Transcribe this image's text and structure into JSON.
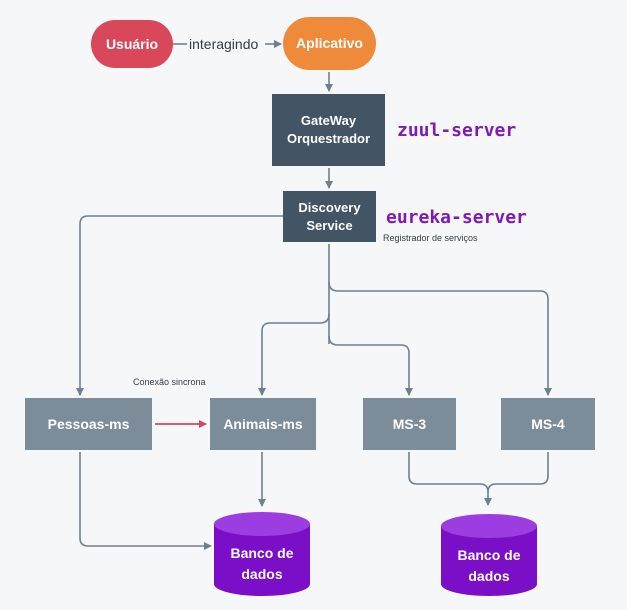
{
  "nodes": {
    "usuario": "Usuário",
    "aplicativo": "Aplicativo",
    "gateway_line1": "GateWay",
    "gateway_line2": "Orquestrador",
    "discovery_line1": "Discovery",
    "discovery_line2": "Service",
    "pessoas": "Pessoas-ms",
    "animais": "Animais-ms",
    "ms3": "MS-3",
    "ms4": "MS-4",
    "db_line1": "Banco de",
    "db_line2": "dados"
  },
  "labels": {
    "interagindo": "interagindo",
    "zuul": "zuul-server",
    "eureka": "eureka-server",
    "registrador": "Registrador de serviços",
    "conexao": "Conexão sincrona"
  },
  "colors": {
    "user": "#d9475b",
    "app": "#ee8a3a",
    "dark_node": "#435465",
    "service_node": "#7d8c99",
    "database": "#7a0fc7",
    "database_top": "#9b3de0",
    "connector": "#6f7f8c",
    "sync_arrow": "#d9475b",
    "annotation": "#7f1ab5"
  }
}
